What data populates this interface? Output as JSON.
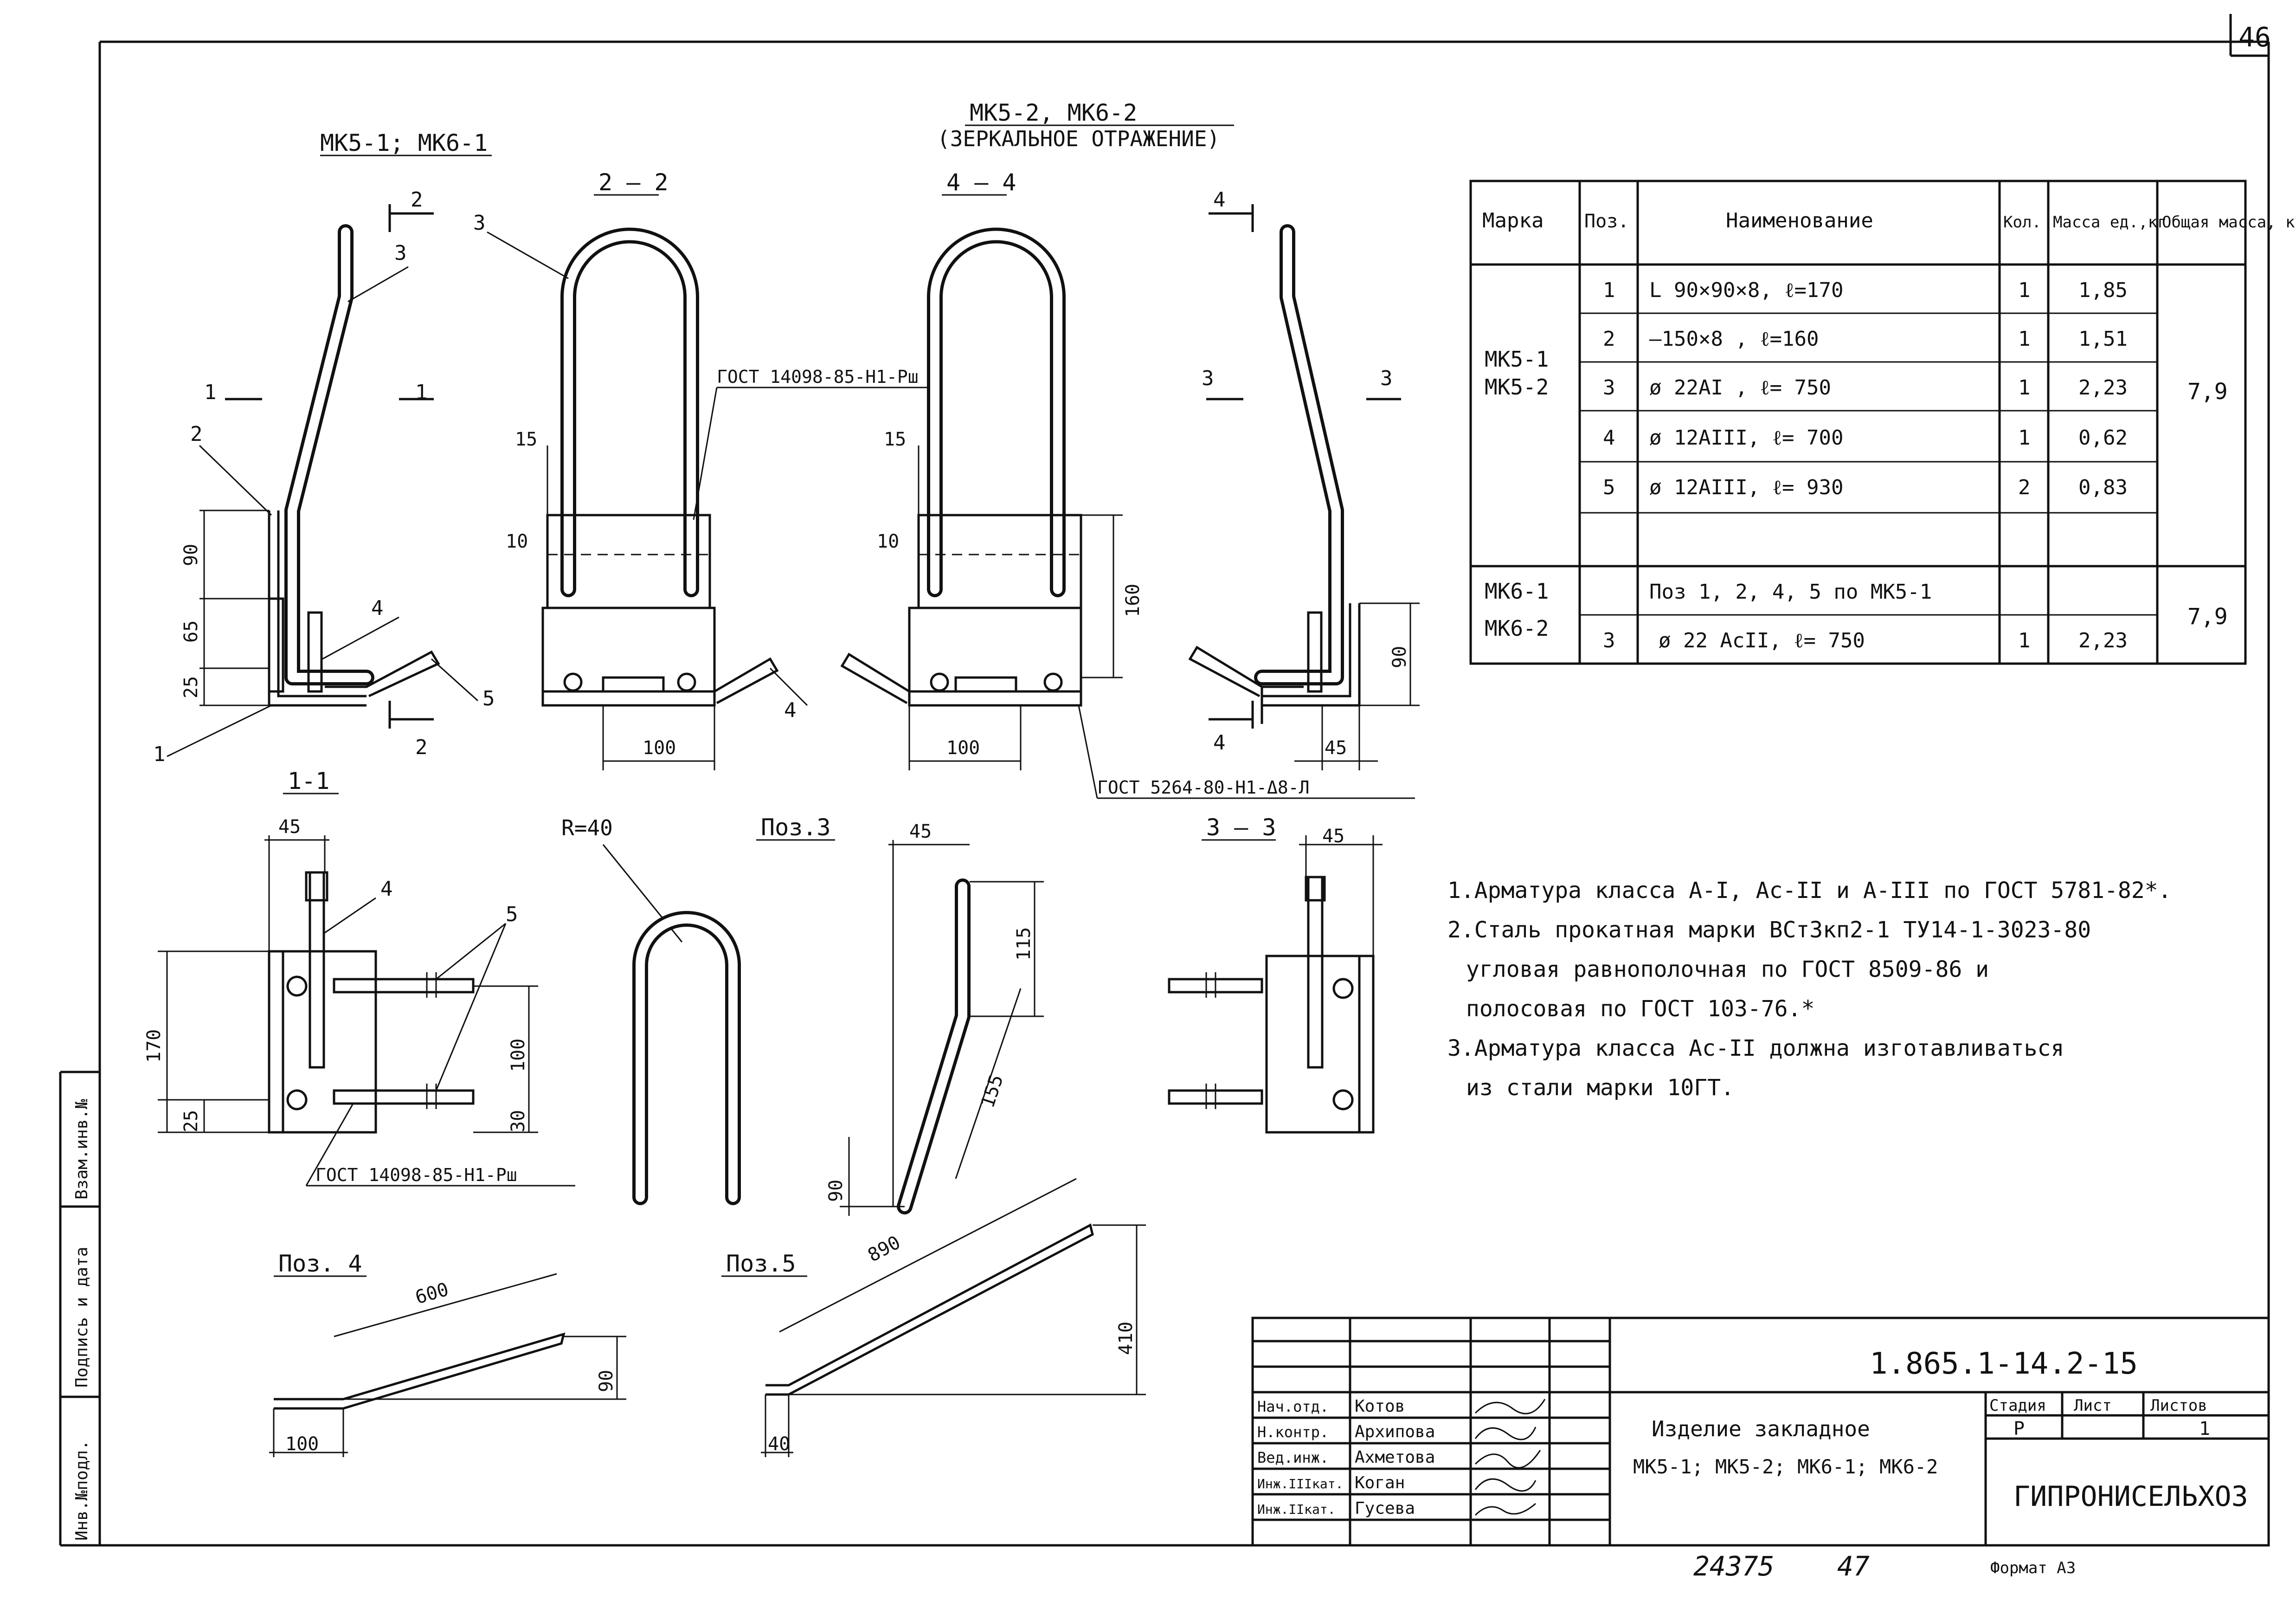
{
  "sheet_number": "46",
  "views": {
    "mk51_title": "МК5-1; МК6-1",
    "mk52_title": "МК5-2, МК6-2",
    "mk52_subtitle": "(ЗЕРКАЛЬНОЕ ОТРАЖЕНИЕ)",
    "section_22": "2 – 2",
    "section_44": "4 – 4",
    "section_11": "1-1",
    "section_33": "3 – 3",
    "poz3": "Поз.3",
    "poz4": "Поз. 4",
    "poz5": "Поз.5"
  },
  "callouts": {
    "c1": "1",
    "c2": "2",
    "c3": "3",
    "c4": "4",
    "c5": "5",
    "cut1": "1",
    "cut2": "2",
    "cut3": "3",
    "cut4": "4",
    "gost_weld_top": "ГОСТ 14098-85-Н1-Рш",
    "gost_weld_bottom": "ГОСТ 5264-80-Н1-Δ8-Л",
    "gost_weld_section": "ГОСТ 14098-85-Н1-Рш",
    "radius": "R=40"
  },
  "dimensions": {
    "d90": "90",
    "d65": "65",
    "d25": "25",
    "d15": "15",
    "d10": "10",
    "d100": "100",
    "d160": "160",
    "d45": "45",
    "d170": "170",
    "d30": "30",
    "d115": "115",
    "d155": "155",
    "d600": "600",
    "d890": "890",
    "d410": "410",
    "d40": "40"
  },
  "table": {
    "headers": [
      "Марка",
      "Поз.",
      "Наименование",
      "Кол.",
      "Масса ед.,кг",
      "Общая масса, кг"
    ],
    "group1": {
      "marks": "МК5-1\nМК5-2",
      "total": "7,9",
      "rows": [
        {
          "pos": "1",
          "name": "L 90×90×8,  ℓ=170",
          "qty": "1",
          "mass": "1,85"
        },
        {
          "pos": "2",
          "name": "–150×8 ,    ℓ=160",
          "qty": "1",
          "mass": "1,51"
        },
        {
          "pos": "3",
          "name": "ø 22AI ,  ℓ= 750",
          "qty": "1",
          "mass": "2,23"
        },
        {
          "pos": "4",
          "name": "ø 12AIII,   ℓ= 700",
          "qty": "1",
          "mass": "0,62"
        },
        {
          "pos": "5",
          "name": "ø 12AIII,   ℓ= 930",
          "qty": "2",
          "mass": "0,83"
        }
      ]
    },
    "group2": {
      "marks": "МК6-1\nМК6-2",
      "total": "7,9",
      "rows": [
        {
          "pos": "",
          "name": "Поз 1, 2, 4, 5 по МК5-1",
          "qty": "",
          "mass": ""
        },
        {
          "pos": "3",
          "name": "ø 22 AcII,  ℓ= 750",
          "qty": "1",
          "mass": "2,23"
        }
      ]
    }
  },
  "notes": [
    "1.Арматура класса А-I, Ас-II и А-III по ГОСТ 5781-82*.",
    "2.Сталь прокатная марки ВСт3кп2-1 ТУ14-1-3023-80",
    "угловая равнополочная по ГОСТ 8509-86 и",
    "полосовая по ГОСТ 103-76.*",
    "3.Арматура класса Ас-II должна изготавливаться",
    "из стали марки 10ГТ."
  ],
  "side_stamp": {
    "inv_podl": "Инв.№подл.",
    "podpis": "Подпись и дата",
    "vzam": "Взам.инв.№"
  },
  "title_block": {
    "doc_number": "1.865.1-14.2-15",
    "roles": [
      {
        "role": "Нач.отд.",
        "name": "Котов"
      },
      {
        "role": "Н.контр.",
        "name": "Архипова"
      },
      {
        "role": "Вед.инж.",
        "name": "Ахметова"
      },
      {
        "role": "Инж.IIIкат.",
        "name": "Коган"
      },
      {
        "role": "Инж.IIкат.",
        "name": "Гусева"
      }
    ],
    "title_line1": "Изделие закладное",
    "title_line2": "МК5-1; МК5-2; МК6-1; МК6-2",
    "stage_label": "Стадия",
    "sheet_label": "Лист",
    "sheets_label": "Листов",
    "stage": "Р",
    "sheets": "1",
    "organization": "ГИПРОНИСЕЛЬХОЗ",
    "format": "Формат А3",
    "handwritten_1": "24375",
    "handwritten_2": "47"
  }
}
